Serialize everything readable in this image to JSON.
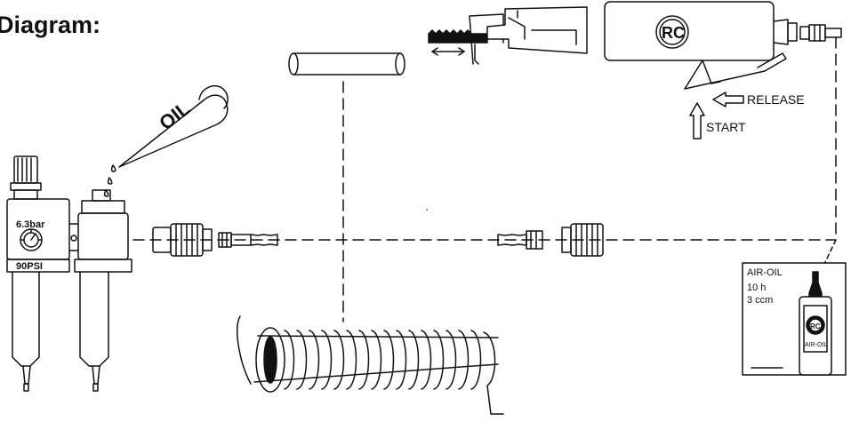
{
  "diagram": {
    "title": "Diagram:",
    "gauge": {
      "pressure_bar": "6.3bar",
      "pressure_psi": "90PSI"
    },
    "oil_can": {
      "label": "OIL"
    },
    "tool_controls": {
      "release": "RELEASE",
      "start": "START"
    },
    "tool_logo": "RC",
    "oil_bottle": {
      "title": "AIR-OIL",
      "interval": "10 h",
      "amount": "3 ccm",
      "bottle_label": "AIR-OIL",
      "logo": "RC"
    }
  }
}
